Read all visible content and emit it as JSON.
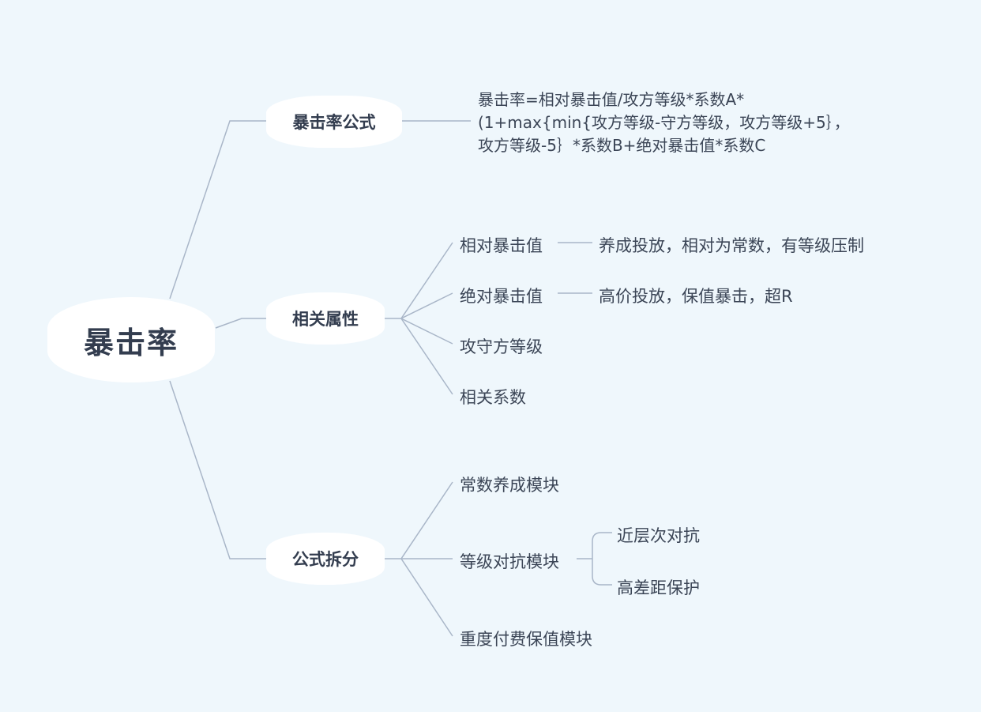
{
  "root": {
    "label": "暴击率"
  },
  "branches": [
    {
      "label": "暴击率公式"
    },
    {
      "label": "相关属性"
    },
    {
      "label": "公式拆分"
    }
  ],
  "formula": {
    "text": "暴击率=相对暴击值/攻方等级*系数A*(1+max{min{攻方等级-守方等级，攻方等级+5｝，攻方等级-5｝*系数B+绝对暴击值*系数C"
  },
  "attributes": {
    "items": [
      "相对暴击值",
      "绝对暴击值",
      "攻守方等级",
      "相关系数"
    ],
    "notes": [
      "养成投放，相对为常数，有等级压制",
      "高价投放，保值暴击，超R"
    ]
  },
  "modules": {
    "items": [
      "常数养成模块",
      "等级对抗模块",
      "重度付费保值模块"
    ],
    "sub": [
      "近层次对抗",
      "高差距保护"
    ]
  },
  "colors": {
    "background": "#eff7fc",
    "line": "#a9b6c8",
    "text": "#333d4f",
    "node": "#ffffff"
  }
}
